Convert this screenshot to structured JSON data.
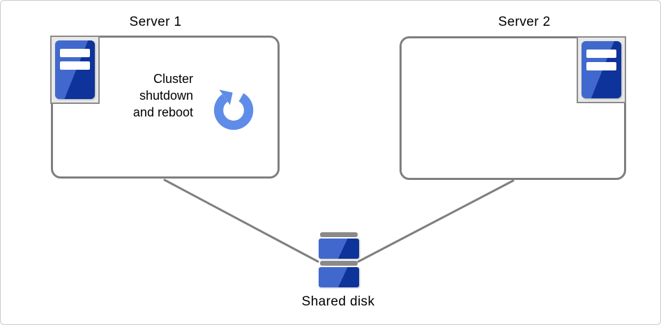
{
  "colors": {
    "box_border": "#7f7f7f",
    "connector": "#7f7f7f",
    "frame_bg": "#e9e9e9",
    "frame_border": "#8a8a8a",
    "blue_light": "#4169cd",
    "blue_dark": "#0e339b",
    "bar_gray": "#8a8a8a",
    "reload_blue": "#5e8ce8",
    "text": "#000000"
  },
  "nodes": {
    "server1": {
      "label": "Server 1",
      "annotation": "Cluster\nshutdown\nand reboot",
      "icon": "server-tower-icon"
    },
    "server2": {
      "label": "Server 2",
      "icon": "server-tower-icon"
    },
    "shared_disk": {
      "label": "Shared disk",
      "icon": "disk-stack-icon"
    }
  },
  "annotation_icon": "reload-arrow-icon",
  "connections": [
    {
      "from": "server1",
      "to": "shared_disk"
    },
    {
      "from": "server2",
      "to": "shared_disk"
    }
  ]
}
